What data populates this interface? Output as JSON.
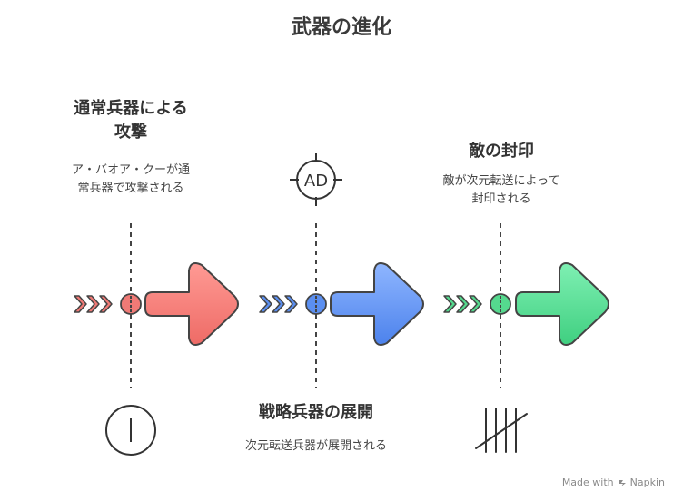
{
  "title": "武器の進化",
  "stages": [
    {
      "title_line1": "通常兵器による",
      "title_line2": "攻撃",
      "desc_line1": "ア・バオア・クーが通",
      "desc_line2": "常兵器で攻撃される",
      "color": "#f07a76",
      "icon": "single-tally-circle-icon"
    },
    {
      "title_line1": "戦略兵器の展開",
      "desc_line1": "次元転送兵器が展開される",
      "color": "#5b8ff0",
      "icon": "ad-crosshair-icon",
      "icon_text": "AD"
    },
    {
      "title_line1": "敵の封印",
      "desc_line1": "敵が次元転送によって",
      "desc_line2": "封印される",
      "color": "#55d98e",
      "icon": "tally-marks-icon"
    }
  ],
  "watermark": {
    "made_with": "Made with",
    "brand": "Napkin"
  }
}
